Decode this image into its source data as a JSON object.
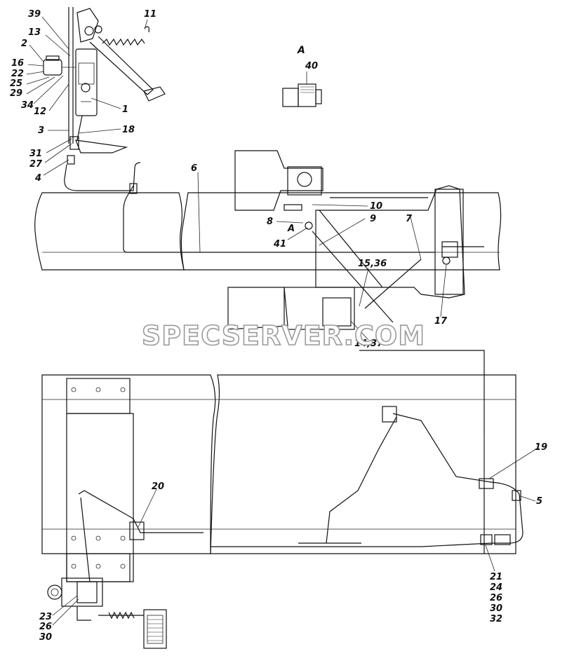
{
  "watermark": "SPECSERVER.COM",
  "callouts": {
    "c39": "39",
    "c13": "13",
    "c2": "2",
    "c16": "16",
    "c22": "22",
    "c25": "25",
    "c29": "29",
    "c34": "34",
    "c12": "12",
    "c11": "11",
    "c1": "1",
    "c3": "3",
    "c18": "18",
    "c31": "31",
    "c27": "27",
    "c4": "4",
    "c6": "6",
    "cA1": "A",
    "c40": "40",
    "c10": "10",
    "c8": "8",
    "cA2": "A",
    "c41": "41",
    "c9": "9",
    "c7": "7",
    "c1536": "15,36",
    "c17": "17",
    "c1437": "14,37",
    "c19": "19",
    "c5": "5",
    "c20": "20",
    "c21": "21",
    "c24": "24",
    "c26a": "26",
    "c30a": "30",
    "c32": "32",
    "c23": "23",
    "c26b": "26",
    "c30b": "30"
  }
}
